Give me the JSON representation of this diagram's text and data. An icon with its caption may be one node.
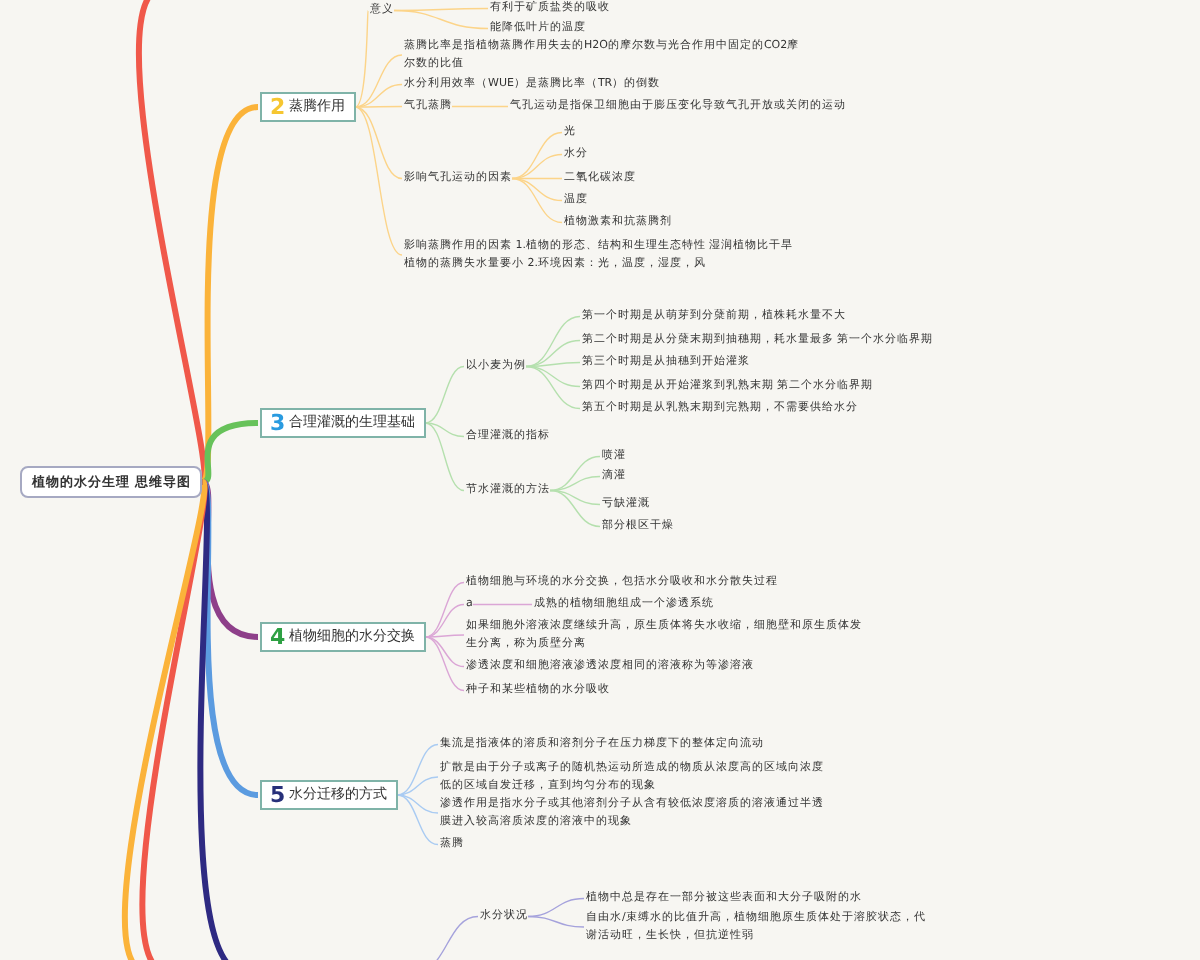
{
  "diagram": {
    "nodes": [
      {
        "text": [
          "植物的水分生理 思维导图"
        ]
      },
      {
        "text": [
          "2",
          "蒸腾作用"
        ]
      },
      {
        "text": [
          "意义"
        ]
      },
      {
        "text": [
          "有利于矿质盐类的吸收"
        ]
      },
      {
        "text": [
          "能降低叶片的温度"
        ]
      },
      {
        "text": [
          "蒸腾比率是指植物蒸腾作用失去的H2O的摩尔数与光合作用中固定的CO2摩尔数的比值"
        ]
      },
      {
        "text": [
          "水分利用效率（WUE）是蒸腾比率（TR）的倒数"
        ]
      },
      {
        "text": [
          "气孔蒸腾"
        ]
      },
      {
        "text": [
          "气孔运动是指保卫细胞由于膨压变化导致气孔开放或关闭的运动"
        ]
      },
      {
        "text": [
          "影响气孔运动的因素"
        ]
      },
      {
        "text": [
          "光"
        ]
      },
      {
        "text": [
          "水分"
        ]
      },
      {
        "text": [
          "二氧化碳浓度"
        ]
      },
      {
        "text": [
          "温度"
        ]
      },
      {
        "text": [
          "植物激素和抗蒸腾剂"
        ]
      },
      {
        "text": [
          "影响蒸腾作用的因素 1.植物的形态、结构和生理生态特性 湿润植物比干旱植物的蒸腾失水量要小 2.环境因素：光，温度，湿度，风"
        ]
      },
      {
        "text": [
          "3",
          "合理灌溉的生理基础"
        ]
      },
      {
        "text": [
          "以小麦为例"
        ]
      },
      {
        "text": [
          "第一个时期是从萌芽到分蘖前期，植株耗水量不大"
        ]
      },
      {
        "text": [
          "第二个时期是从分蘖末期到抽穗期，耗水量最多 第一个水分临界期"
        ]
      },
      {
        "text": [
          "第三个时期是从抽穗到开始灌浆"
        ]
      },
      {
        "text": [
          "第四个时期是从开始灌浆到乳熟末期 第二个水分临界期"
        ]
      },
      {
        "text": [
          "第五个时期是从乳熟末期到完熟期，不需要供给水分"
        ]
      },
      {
        "text": [
          "合理灌溉的指标"
        ]
      },
      {
        "text": [
          "节水灌溉的方法"
        ]
      },
      {
        "text": [
          "喷灌"
        ]
      },
      {
        "text": [
          "滴灌"
        ]
      },
      {
        "text": [
          "亏缺灌溉"
        ]
      },
      {
        "text": [
          "部分根区干燥"
        ]
      },
      {
        "text": [
          "4",
          "植物细胞的水分交换"
        ]
      },
      {
        "text": [
          "植物细胞与环境的水分交换，包括水分吸收和水分散失过程"
        ]
      },
      {
        "text": [
          "a"
        ]
      },
      {
        "text": [
          "成熟的植物细胞组成一个渗透系统"
        ]
      },
      {
        "text": [
          "如果细胞外溶液浓度继续升高，原生质体将失水收缩，细胞壁和原生质体发生分离，称为质壁分离"
        ]
      },
      {
        "text": [
          "渗透浓度和细胞溶液渗透浓度相同的溶液称为等渗溶液"
        ]
      },
      {
        "text": [
          "种子和某些植物的水分吸收"
        ]
      },
      {
        "text": [
          "5",
          "水分迁移的方式"
        ]
      },
      {
        "text": [
          "集流是指液体的溶质和溶剂分子在压力梯度下的整体定向流动"
        ]
      },
      {
        "text": [
          "扩散是由于分子或离子的随机热运动所造成的物质从浓度高的区域向浓度低的区域自发迁移，直到均匀分布的现象"
        ]
      },
      {
        "text": [
          "渗透作用是指水分子或其他溶剂分子从含有较低浓度溶质的溶液通过半透膜进入较高溶质浓度的溶液中的现象"
        ]
      },
      {
        "text": [
          "蒸腾"
        ]
      },
      {
        "text": [
          "水分状况"
        ]
      },
      {
        "text": [
          "植物中总是存在一部分被这些表面和大分子吸附的水"
        ]
      },
      {
        "text": [
          "自由水/束缚水的比值升高，植物细胞原生质体处于溶胶状态，代谢活动旺，生长快，但抗逆性弱"
        ]
      }
    ],
    "edges": [
      {
        "from": 0,
        "to": null,
        "arrow": "none",
        "style": "thick",
        "color": "#f0584a"
      },
      {
        "from": 0,
        "to": 1,
        "arrow": "none",
        "style": "thick",
        "color": "#fbb33a"
      },
      {
        "from": 0,
        "to": 16,
        "arrow": "none",
        "style": "thick",
        "color": "#67c25a"
      },
      {
        "from": 0,
        "to": 29,
        "arrow": "none",
        "style": "thick",
        "color": "#8e3f8a"
      },
      {
        "from": 0,
        "to": 36,
        "arrow": "none",
        "style": "thick",
        "color": "#5b9be0"
      },
      {
        "from": 0,
        "to": null,
        "arrow": "none",
        "style": "thick",
        "color": "#2e2a82"
      },
      {
        "from": 0,
        "to": null,
        "arrow": "none",
        "style": "thick",
        "color": "#f0584a"
      },
      {
        "from": 0,
        "to": null,
        "arrow": "none",
        "style": "thick",
        "color": "#fbb33a"
      },
      {
        "from": 1,
        "to": 2,
        "arrow": "none",
        "color": "#fcd489"
      },
      {
        "from": 1,
        "to": 5,
        "arrow": "none",
        "color": "#fcd489"
      },
      {
        "from": 1,
        "to": 6,
        "arrow": "none",
        "color": "#fcd489"
      },
      {
        "from": 1,
        "to": 7,
        "arrow": "none",
        "color": "#fcd489"
      },
      {
        "from": 1,
        "to": 9,
        "arrow": "none",
        "color": "#fcd489"
      },
      {
        "from": 1,
        "to": 15,
        "arrow": "none",
        "color": "#fcd489"
      },
      {
        "from": 2,
        "to": 3,
        "arrow": "none",
        "color": "#fcd489"
      },
      {
        "from": 2,
        "to": 4,
        "arrow": "none",
        "color": "#fcd489"
      },
      {
        "from": 7,
        "to": 8,
        "arrow": "none",
        "color": "#fcd489"
      },
      {
        "from": 9,
        "to": 10,
        "arrow": "none",
        "color": "#fcd489"
      },
      {
        "from": 9,
        "to": 11,
        "arrow": "none",
        "color": "#fcd489"
      },
      {
        "from": 9,
        "to": 12,
        "arrow": "none",
        "color": "#fcd489"
      },
      {
        "from": 9,
        "to": 13,
        "arrow": "none",
        "color": "#fcd489"
      },
      {
        "from": 9,
        "to": 14,
        "arrow": "none",
        "color": "#fcd489"
      },
      {
        "from": 16,
        "to": 17,
        "arrow": "none",
        "color": "#b5e0ae"
      },
      {
        "from": 16,
        "to": 23,
        "arrow": "none",
        "color": "#b5e0ae"
      },
      {
        "from": 16,
        "to": 24,
        "arrow": "none",
        "color": "#b5e0ae"
      },
      {
        "from": 17,
        "to": 18,
        "arrow": "none",
        "color": "#b5e0ae"
      },
      {
        "from": 17,
        "to": 19,
        "arrow": "none",
        "color": "#b5e0ae"
      },
      {
        "from": 17,
        "to": 20,
        "arrow": "none",
        "color": "#b5e0ae"
      },
      {
        "from": 17,
        "to": 21,
        "arrow": "none",
        "color": "#b5e0ae"
      },
      {
        "from": 17,
        "to": 22,
        "arrow": "none",
        "color": "#b5e0ae"
      },
      {
        "from": 24,
        "to": 25,
        "arrow": "none",
        "color": "#b5e0ae"
      },
      {
        "from": 24,
        "to": 26,
        "arrow": "none",
        "color": "#b5e0ae"
      },
      {
        "from": 24,
        "to": 27,
        "arrow": "none",
        "color": "#b5e0ae"
      },
      {
        "from": 24,
        "to": 28,
        "arrow": "none",
        "color": "#b5e0ae"
      },
      {
        "from": 29,
        "to": 30,
        "arrow": "none",
        "color": "#dba6d6"
      },
      {
        "from": 29,
        "to": 31,
        "arrow": "none",
        "color": "#dba6d6"
      },
      {
        "from": 29,
        "to": 33,
        "arrow": "none",
        "color": "#dba6d6"
      },
      {
        "from": 29,
        "to": 34,
        "arrow": "none",
        "color": "#dba6d6"
      },
      {
        "from": 29,
        "to": 35,
        "arrow": "none",
        "color": "#dba6d6"
      },
      {
        "from": 31,
        "to": 32,
        "arrow": "none",
        "color": "#dba6d6"
      },
      {
        "from": 36,
        "to": 37,
        "arrow": "none",
        "color": "#a9cbf2"
      },
      {
        "from": 36,
        "to": 38,
        "arrow": "none",
        "color": "#a9cbf2"
      },
      {
        "from": 36,
        "to": 39,
        "arrow": "none",
        "color": "#a9cbf2"
      },
      {
        "from": 36,
        "to": 40,
        "arrow": "none",
        "color": "#a9cbf2"
      },
      {
        "from": null,
        "to": 41,
        "arrow": "none",
        "color": "#a5a2dc"
      },
      {
        "from": 41,
        "to": 42,
        "arrow": "none",
        "color": "#a5a2dc"
      },
      {
        "from": 41,
        "to": 43,
        "arrow": "none",
        "color": "#a5a2dc"
      }
    ]
  }
}
